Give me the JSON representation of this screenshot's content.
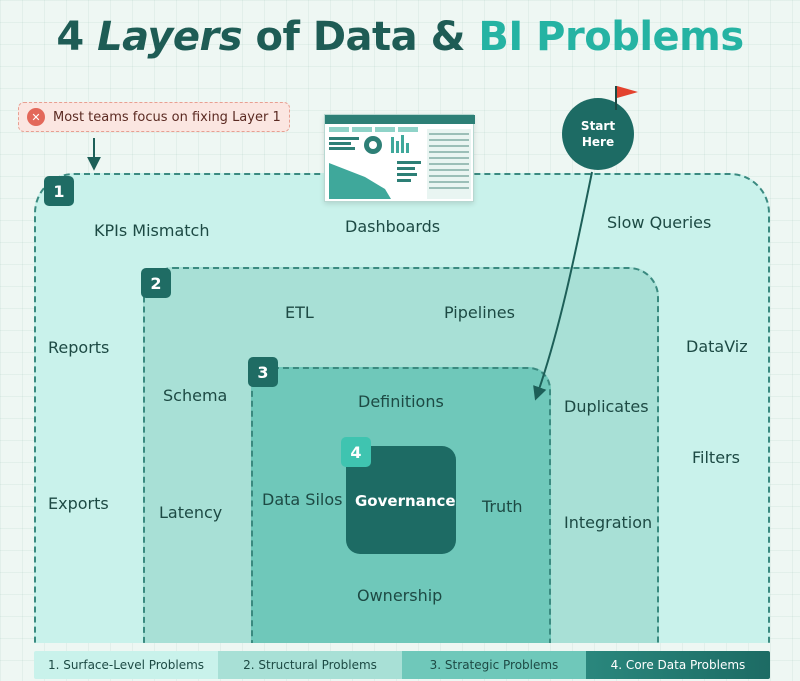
{
  "title": {
    "part1": "4 ",
    "part2": "Layers",
    "part3": " of Data & ",
    "part4": "BI Problems"
  },
  "callout": {
    "text": "Most teams focus on fixing Layer 1",
    "icon": "x-circle-icon"
  },
  "start_marker": {
    "line1": "Start",
    "line2": "Here",
    "icon": "flag-icon"
  },
  "colors": {
    "layer1": "#c9f2eb",
    "layer2": "#a8e0d6",
    "layer3": "#6fc8ba",
    "layer4": "#1d6b64",
    "accent": "#25b3a3"
  },
  "layers": [
    {
      "number": "1",
      "items": [
        "KPIs Mismatch",
        "Dashboards",
        "Slow Queries",
        "Reports",
        "DataViz",
        "Filters",
        "Exports"
      ]
    },
    {
      "number": "2",
      "items": [
        "ETL",
        "Pipelines",
        "Schema",
        "Duplicates",
        "Latency",
        "Integration"
      ]
    },
    {
      "number": "3",
      "items": [
        "Definitions",
        "Data Silos",
        "Truth",
        "Ownership"
      ]
    },
    {
      "number": "4",
      "items": [
        "Governance"
      ]
    }
  ],
  "legend": [
    "1. Surface-Level Problems",
    "2. Structural Problems",
    "3. Strategic Problems",
    "4. Core Data Problems"
  ]
}
